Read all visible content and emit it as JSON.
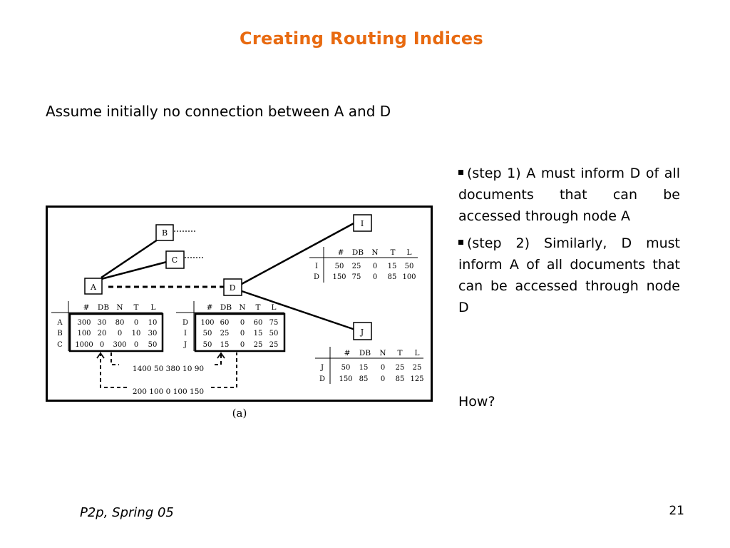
{
  "slide": {
    "title": "Creating Routing Indices",
    "subtitle": "Assume initially no connection between A and D",
    "bullets": [
      "(step 1) A must inform D of all documents that can be accessed through node A",
      "(step 2) Similarly, D must inform A of all documents that can be accessed through node D"
    ],
    "question": "How?",
    "footer_left": "P2p, Spring 05",
    "page_number": "21"
  },
  "figure": {
    "caption": "(a)",
    "nodes": {
      "A": "A",
      "B": "B",
      "C": "C",
      "D": "D",
      "I": "I",
      "J": "J"
    },
    "header": [
      "#",
      "DB",
      "N",
      "T",
      "L"
    ],
    "table_A": [
      [
        "A",
        "300",
        "30",
        "80",
        "0",
        "10"
      ],
      [
        "B",
        "100",
        "20",
        "0",
        "10",
        "30"
      ],
      [
        "C",
        "1000",
        "0",
        "300",
        "0",
        "50"
      ]
    ],
    "table_D": [
      [
        "D",
        "100",
        "60",
        "0",
        "60",
        "75"
      ],
      [
        "I",
        "50",
        "25",
        "0",
        "15",
        "50"
      ],
      [
        "J",
        "50",
        "15",
        "0",
        "25",
        "25"
      ]
    ],
    "table_I": [
      [
        "I",
        "50",
        "25",
        "0",
        "15",
        "50"
      ],
      [
        "D",
        "150",
        "75",
        "0",
        "85",
        "100"
      ]
    ],
    "table_J": [
      [
        "J",
        "50",
        "15",
        "0",
        "25",
        "25"
      ],
      [
        "D",
        "150",
        "85",
        "0",
        "85",
        "125"
      ]
    ],
    "msg_A_to_D": "1400  50  380  10  90",
    "msg_D_to_A": "200  100  0  100  150"
  }
}
